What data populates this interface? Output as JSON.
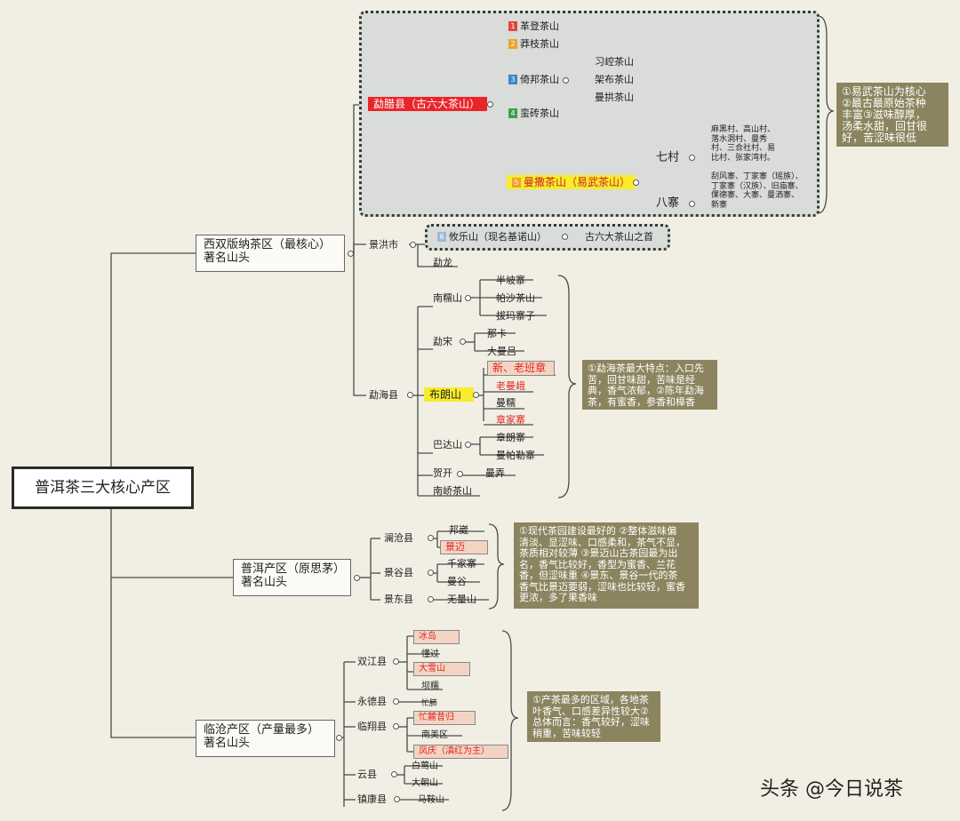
{
  "root": "普洱茶三大核心产区",
  "regions": {
    "xishuangbanna": {
      "title": "西双版纳茶区（最核心）",
      "subtitle": "著名山头"
    },
    "puer": {
      "title": "普洱产区（原思茅）",
      "subtitle": "著名山头"
    },
    "lincang": {
      "title": "临沧产区（产量最多）",
      "subtitle": "著名山头"
    }
  },
  "menghai_top": {
    "county": "勐腊县（古六大茶山）",
    "mountains": [
      {
        "num": "1",
        "color": "#e3473a",
        "name": "革登茶山"
      },
      {
        "num": "2",
        "color": "#f0a22a",
        "name": "莽枝茶山"
      },
      {
        "num": "3",
        "color": "#3f83c6",
        "name": "倚邦茶山"
      },
      {
        "num": "4",
        "color": "#3aa14a",
        "name": "蛮砖茶山"
      },
      {
        "num": "5",
        "color": "#f0a22a",
        "name": "曼撒茶山（易武茶山）"
      }
    ],
    "yibang_sub": [
      "习崆茶山",
      "架布茶山",
      "曼拱茶山"
    ],
    "qicun": {
      "label": "七村",
      "villages": "麻黑村、高山村、\n落水洞村、曼秀\n村、三合社村、易\n比村、张家湾村。"
    },
    "bazhai": {
      "label": "八寨",
      "villages": "刮风寨、丁家寨（瑶族）、\n丁家寨（汉族）、旧庙寨、\n倮德寨、大寨、曼洒寨、\n新寨"
    },
    "note": "①易武茶山为核心\n②最古最原始茶种\n丰富③滋味醇厚，\n汤柔水甜，回甘很\n好，苦涩味很低"
  },
  "jinghong": {
    "city": "景洪市",
    "youle_num": "6",
    "youle": "攸乐山（现名基诺山）",
    "youle_note": "古六大茶山之首",
    "menglong": "勐龙"
  },
  "menghai": {
    "county": "勐海县",
    "nanuo": {
      "name": "南糯山",
      "items": [
        "半坡寨",
        "帕沙茶山",
        "拔玛寨子"
      ]
    },
    "mengsong": {
      "name": "勐宋",
      "items": [
        "那卡",
        "大曼吕"
      ]
    },
    "bulang": {
      "name": "布朗山",
      "items": [
        "新、老班章",
        "老曼峨",
        "曼糯",
        "章家寨"
      ]
    },
    "bada": {
      "name": "巴达山",
      "items": [
        "章朗寨",
        "曼帕勒寨"
      ]
    },
    "hekai": {
      "name": "贺开",
      "item": "曼弄"
    },
    "nanqiao": "南峤茶山",
    "note": "①勐海茶最大特点：入口先\n苦，回甘味甜，苦味是经\n典，香气浓郁，②陈年勐海\n茶，有蜜香，参香和樟香"
  },
  "puer_region": {
    "lancang": {
      "name": "澜沧县",
      "items": [
        "邦崴",
        "景迈"
      ]
    },
    "jinggu": {
      "name": "景谷县",
      "items": [
        "千家寨",
        "曼谷"
      ]
    },
    "jingdong": {
      "name": "景东县",
      "item": "无量山"
    },
    "note": "①现代茶园建设最好的 ②整体滋味偏\n清淡、显涩味、口感柔和，茶气不显，\n茶质相对较薄 ③景迈山古茶园最为出\n名，香气比较好，香型为蜜香、兰花\n香，但涩味重 ④景东、景谷一代的茶\n香气比景迈要弱，涩味也比较轻，蜜香\n更浓，多了果香味"
  },
  "lincang_region": {
    "shuangjiang": {
      "name": "双江县",
      "items": [
        "冰岛",
        "懂过",
        "大雪山",
        "坝糯"
      ]
    },
    "yongde": {
      "name": "永德县",
      "item": "忙肺"
    },
    "fengxiang": {
      "name": "临翔县",
      "items": [
        "忙麓昔归",
        "南美区",
        "凤庆（滇红为主）"
      ]
    },
    "yunxian": {
      "name": "云县",
      "items": [
        "白莺山",
        "大朝山"
      ]
    },
    "zhenkang": {
      "name": "镇康县",
      "item": "马鞍山"
    },
    "note": "①产茶最多的区域，各地茶\n叶香气、口感差异性较大②\n总体而言：香气较好，涩味\n稍重，苦味较轻"
  },
  "watermark": "头条 @今日说茶"
}
